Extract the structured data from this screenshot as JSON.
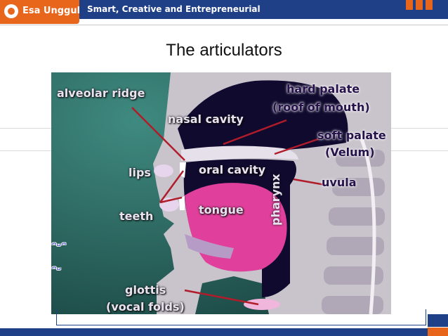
{
  "header": {
    "logo_text": "Esa Unggul",
    "tagline": "Smart, Creative and Entrepreneurial"
  },
  "slide": {
    "title": "The articulators"
  },
  "diagram": {
    "labels": {
      "alveolar_ridge": "alveolar ridge",
      "hard_palate_1": "hard palate",
      "hard_palate_2": "(roof of mouth)",
      "nasal_cavity": "nasal cavity",
      "soft_palate_1": "soft palate",
      "soft_palate_2": "(Velum)",
      "lips": "lips",
      "oral_cavity": "oral cavity",
      "uvula": "uvula",
      "teeth": "teeth",
      "tongue": "tongue",
      "pharynx": "pharynx",
      "glottis_1": "glottis",
      "glottis_2": "(vocal folds)"
    }
  },
  "colors": {
    "header_blue": "#1f3f86",
    "accent_orange": "#e8661c",
    "diagram_bg": "#2e6b64",
    "tongue_pink": "#e0409c",
    "cavity_dark": "#100a2e",
    "pointer_red": "#b01c2a"
  },
  "icons": {
    "logo": "esa-unggul-logo-icon"
  }
}
